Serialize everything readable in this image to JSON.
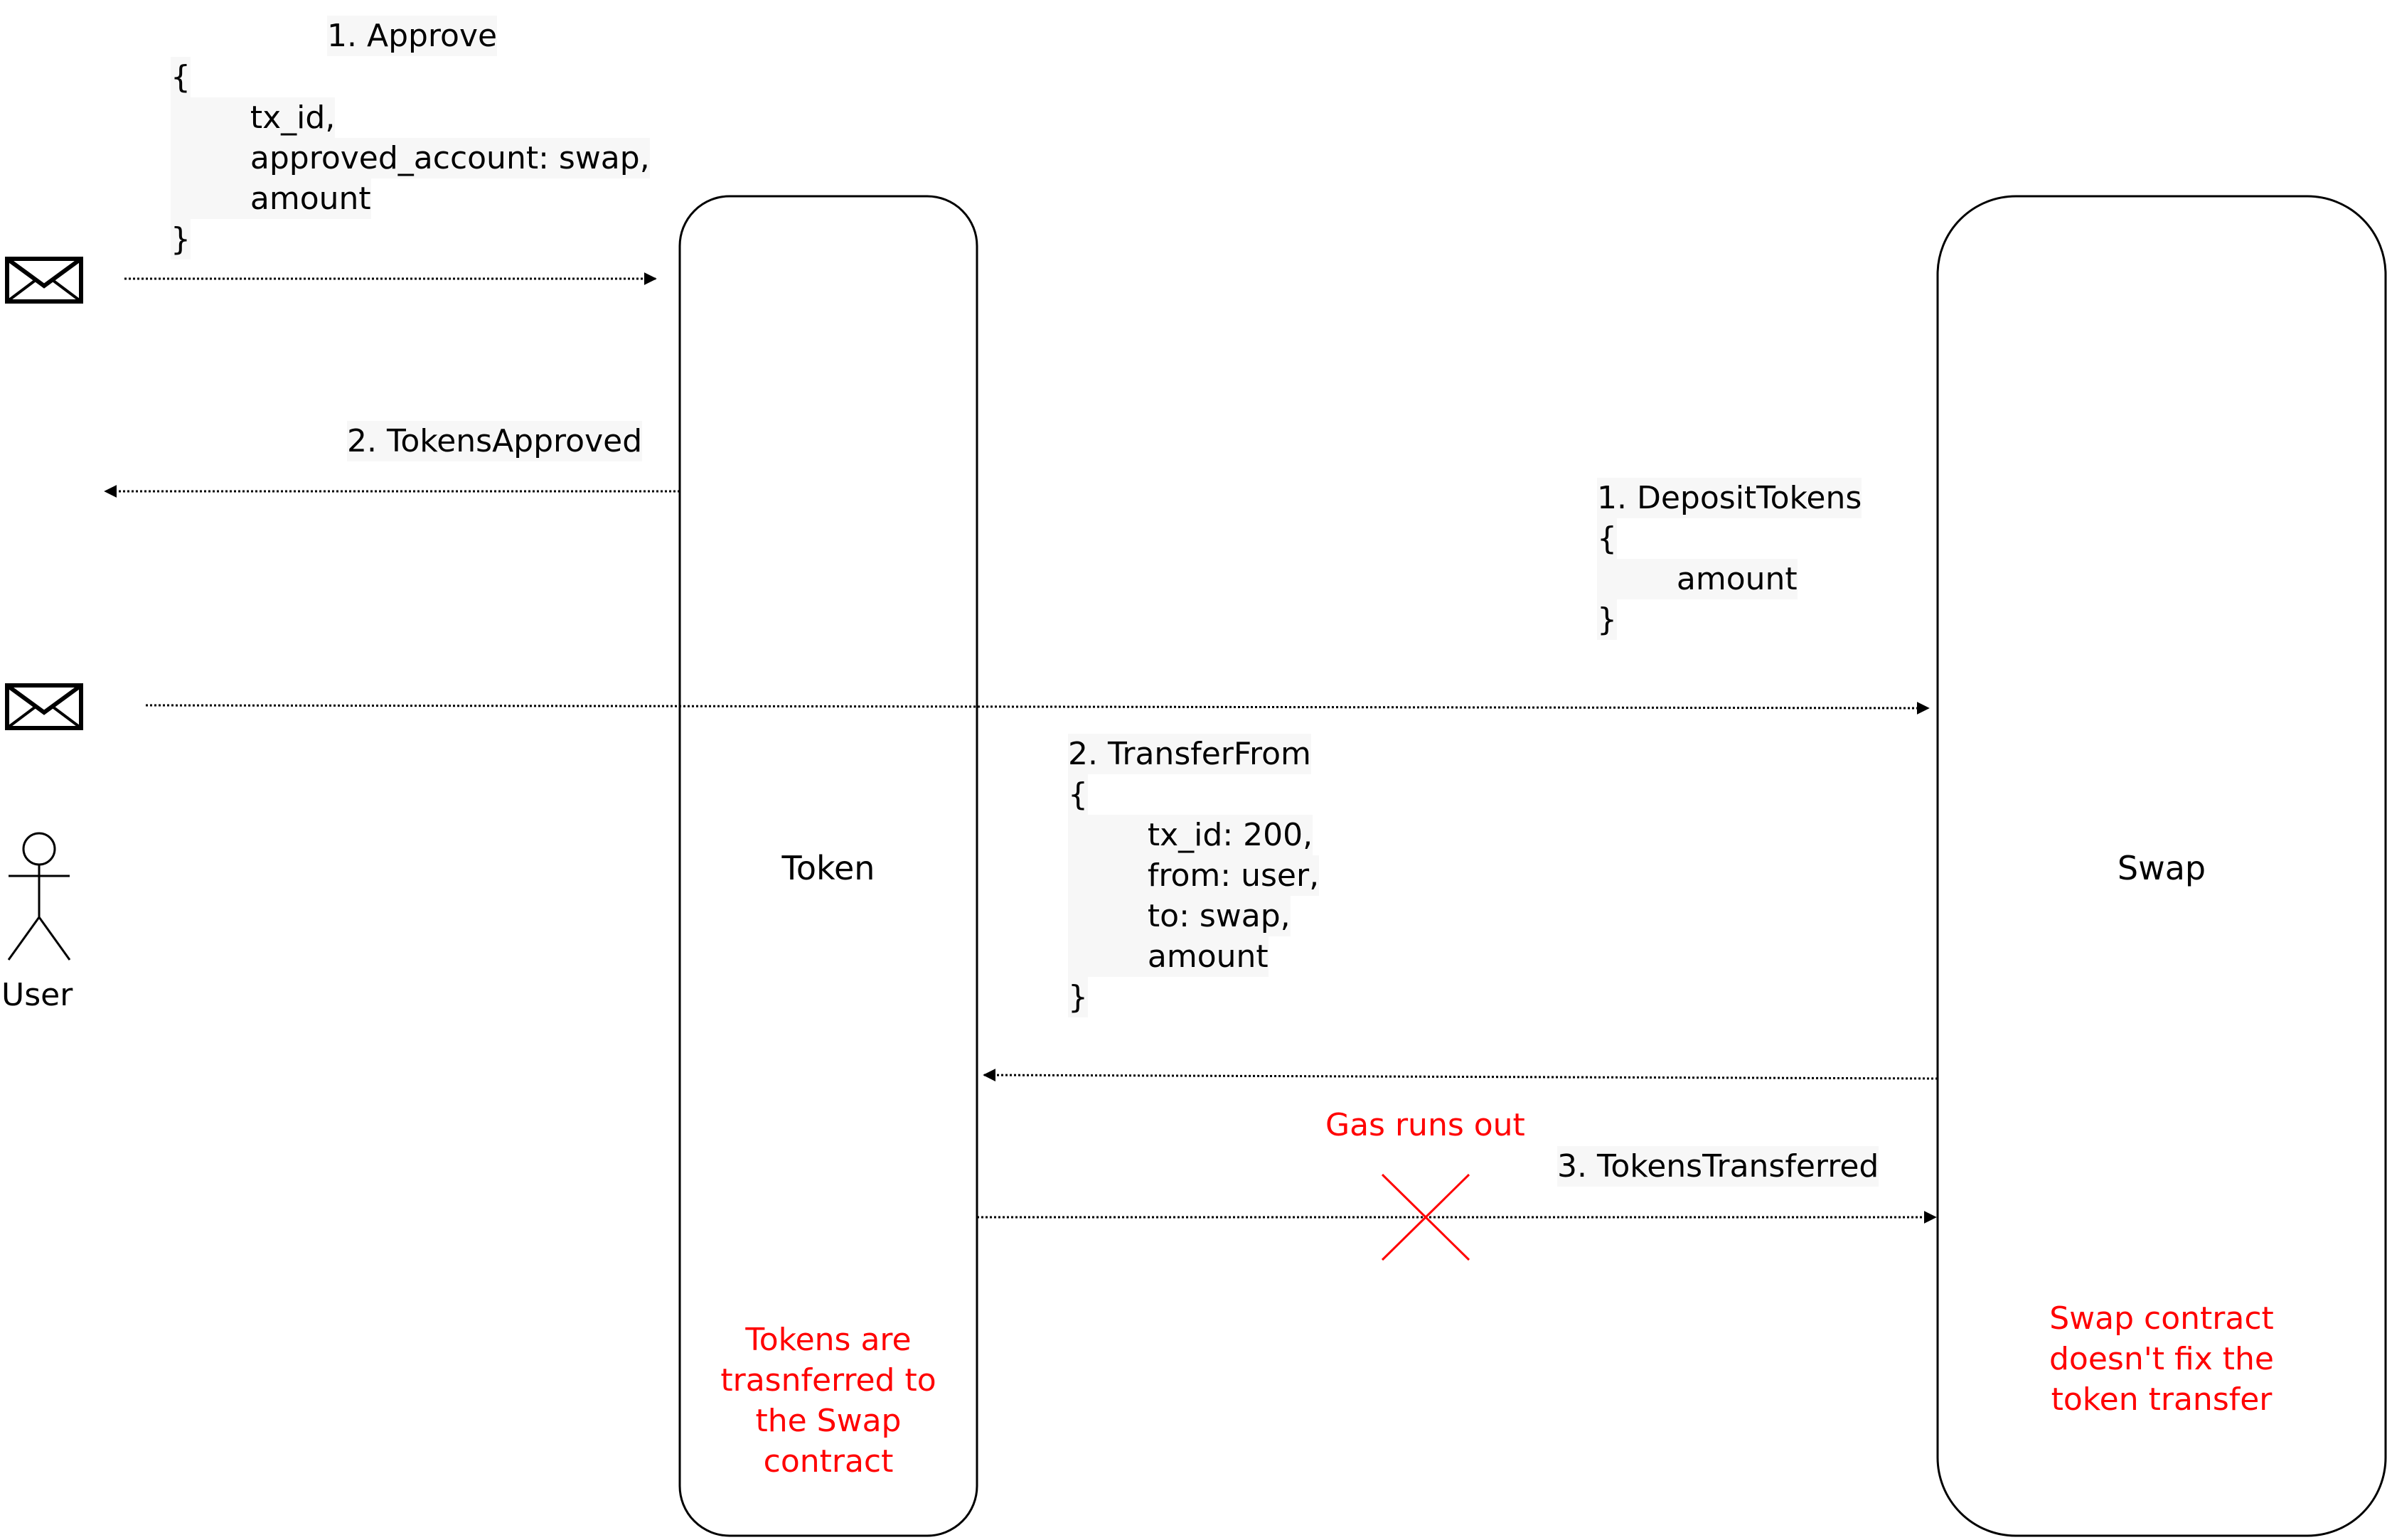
{
  "participants": {
    "user": {
      "label": "User"
    },
    "token": {
      "label": "Token"
    },
    "swap": {
      "label": "Swap"
    }
  },
  "messages": {
    "approve": {
      "title": "1. Approve",
      "body": [
        "{",
        "        tx_id,",
        "        approved_account: swap,",
        "        amount",
        "}"
      ]
    },
    "tokens_approved": {
      "title": "2. TokensApproved"
    },
    "deposit_tokens": {
      "title": "1. DepositTokens",
      "body": [
        "{",
        "        amount",
        "}"
      ]
    },
    "transfer_from": {
      "title": "2. TransferFrom",
      "body": [
        "{",
        "        tx_id: 200,",
        "        from: user,",
        "        to: swap,",
        "        amount",
        "}"
      ]
    },
    "tokens_transferred": {
      "title": "3. TokensTransferred"
    }
  },
  "notes": {
    "gas_runs_out": "Gas runs out",
    "token_note": [
      "Tokens are",
      "trasnferred to",
      "the Swap",
      "contract"
    ],
    "swap_note": [
      "Swap contract",
      "doesn't fix the",
      "token transfer"
    ]
  },
  "icons": {
    "message_icon": "envelope-icon",
    "actor_icon": "stick-figure-icon",
    "failure_icon": "cross-icon"
  },
  "colors": {
    "warning": "#ff0000",
    "line": "#000000"
  }
}
